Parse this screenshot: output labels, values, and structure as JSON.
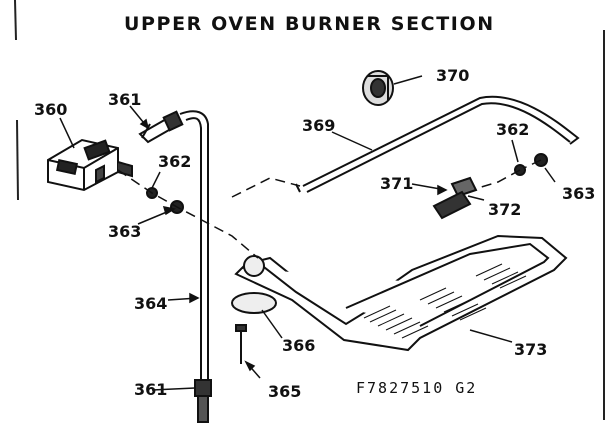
{
  "title": "UPPER OVEN BURNER SECTION",
  "drawing_code": "F7827510 G2",
  "callouts": {
    "c360": "360",
    "c361_top": "361",
    "c361_bottom": "361",
    "c362_left": "362",
    "c362_right": "362",
    "c363_left": "363",
    "c363_right": "363",
    "c364": "364",
    "c365": "365",
    "c366": "366",
    "c369": "369",
    "c370": "370",
    "c371": "371",
    "c372": "372",
    "c373": "373"
  }
}
